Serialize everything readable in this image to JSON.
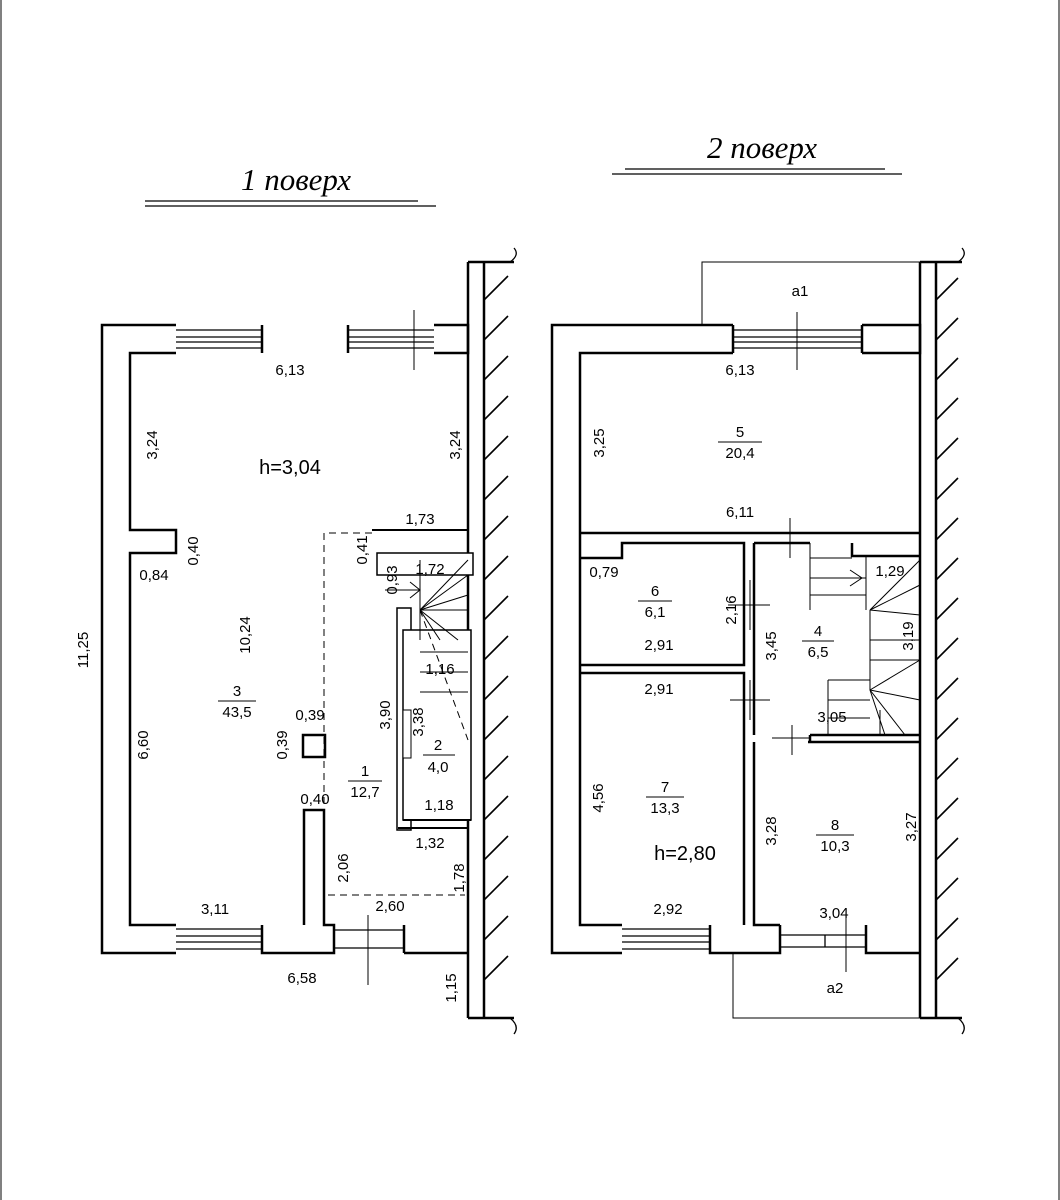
{
  "floors": [
    {
      "title": "1 поверх",
      "height": "h=3,04",
      "rooms": [
        {
          "number": "1",
          "area": "12,7"
        },
        {
          "number": "2",
          "area": "4,0"
        },
        {
          "number": "3",
          "area": "43,5"
        }
      ],
      "dimensions": [
        "6,13",
        "3,24",
        "3,24",
        "1,73",
        "0,40",
        "0,84",
        "0,41",
        "0,93",
        "1,72",
        "10,24",
        "11,25",
        "1,16",
        "3,90",
        "3,38",
        "0,39",
        "0,39",
        "6,60",
        "0,40",
        "1,18",
        "1,32",
        "2,06",
        "1,78",
        "3,11",
        "2,60",
        "6,58",
        "1,15"
      ]
    },
    {
      "title": "2 поверх",
      "height": "h=2,80",
      "rooms": [
        {
          "number": "4",
          "area": "6,5"
        },
        {
          "number": "5",
          "area": "20,4"
        },
        {
          "number": "6",
          "area": "6,1"
        },
        {
          "number": "7",
          "area": "13,3"
        },
        {
          "number": "8",
          "area": "10,3"
        }
      ],
      "balconies": [
        "a1",
        "a2"
      ],
      "dimensions": [
        "6,13",
        "3,25",
        "6,11",
        "0,79",
        "2,16",
        "2,91",
        "1,29",
        "3,45",
        "3,19",
        "2,91",
        "3,05",
        "4,56",
        "3,28",
        "3,27",
        "2,92",
        "3,04"
      ]
    }
  ]
}
